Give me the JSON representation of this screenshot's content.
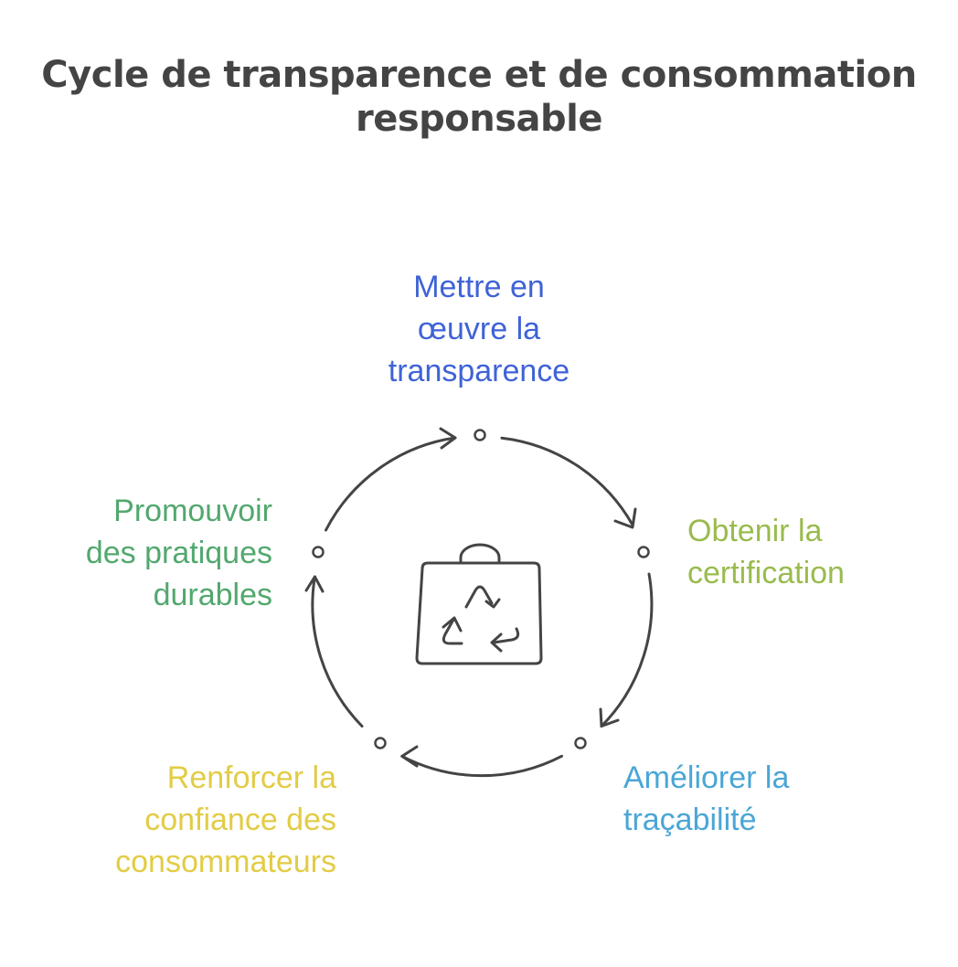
{
  "title": {
    "line1": "Cycle de transparence et de consommation",
    "line2": "responsable"
  },
  "colors": {
    "title": "#444444",
    "ring": "#444444",
    "step1": "#3f63d6",
    "step2": "#99bb4e",
    "step3": "#4aa6d6",
    "step4": "#e2cc45",
    "step5": "#52a86e"
  },
  "center_icon": "recycling-bag-icon",
  "steps": [
    {
      "lines": [
        "Mettre en",
        "œuvre la",
        "transparence"
      ]
    },
    {
      "lines": [
        "Obtenir la",
        "certification"
      ]
    },
    {
      "lines": [
        "Améliorer la",
        "traçabilité"
      ]
    },
    {
      "lines": [
        "Renforcer la",
        "confiance des",
        "consommateurs"
      ]
    },
    {
      "lines": [
        "Promouvoir",
        "des pratiques",
        "durables"
      ]
    }
  ]
}
